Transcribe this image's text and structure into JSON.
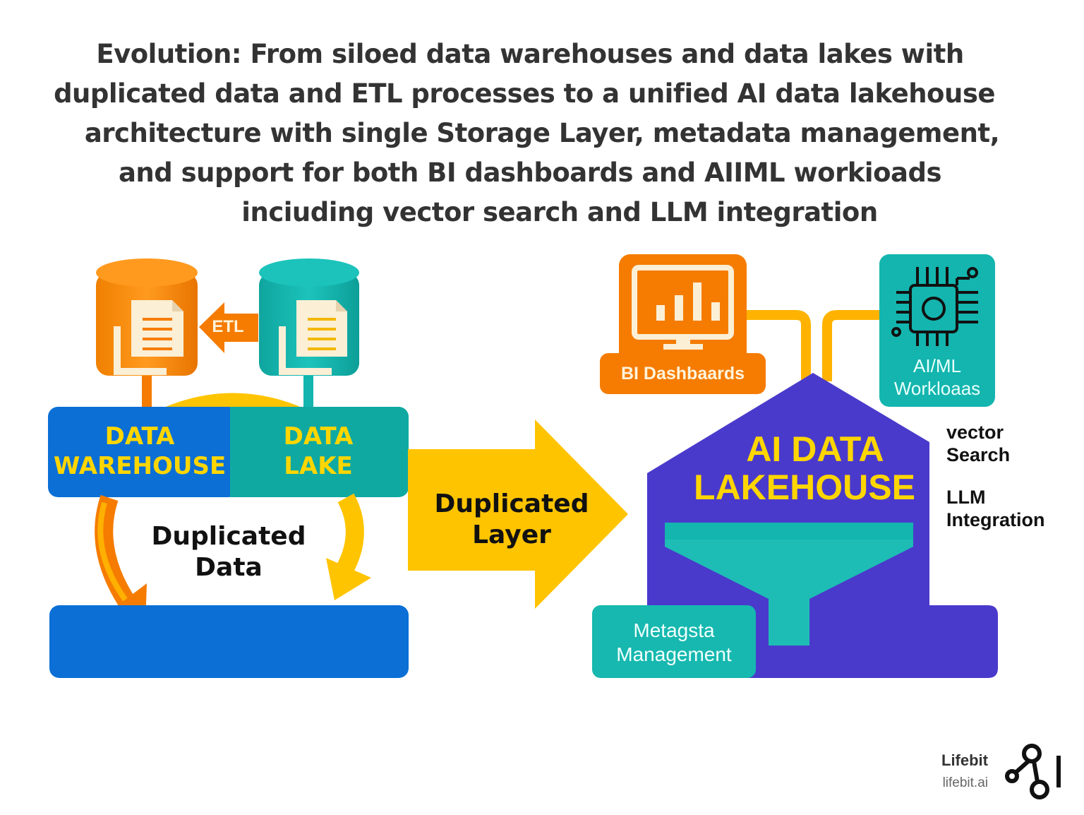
{
  "title": {
    "lines": [
      "Evolution: From siloed data warehouses and data lakes with",
      "duplicated data and ETL processes to a unified AI data lakehouse",
      "architecture with single Storage Layer, metadata management,",
      "and support for both BI dashboards and AIIML workioads",
      "inciuding vector search and LLM integration"
    ]
  },
  "left": {
    "etl_label": "ETL",
    "warehouse_label": [
      "DATA",
      "WAREHOUSE"
    ],
    "lake_label": [
      "DATA",
      "LAKE"
    ],
    "duplicated_data": [
      "Duplicated",
      "Data"
    ]
  },
  "arrow": {
    "label": [
      "Duplicated",
      "Layer"
    ]
  },
  "right": {
    "bi_label": "BI Dashbaards",
    "aiml_label": [
      "AI/ML",
      "Workloaas"
    ],
    "lakehouse_label": [
      "AI DATA",
      "LAKEHOUSE"
    ],
    "vector_search": [
      "vector",
      "Search"
    ],
    "llm_integration": [
      "LLM",
      "Integration"
    ],
    "metadata_label": [
      "Metagsta",
      "Management"
    ]
  },
  "brand": {
    "name": "Lifebit",
    "url": "lifebit.ai"
  },
  "colors": {
    "orange": "#F57C00",
    "teal": "#13B5AE",
    "blue": "#0B6FD6",
    "yellow": "#FFC400",
    "purple": "#4A3ACB",
    "label_yellow": "#FFD600"
  },
  "icons": [
    "document-icon",
    "monitor-chart-icon",
    "chip-icon",
    "funnel-icon",
    "lifebit-logo-icon"
  ]
}
